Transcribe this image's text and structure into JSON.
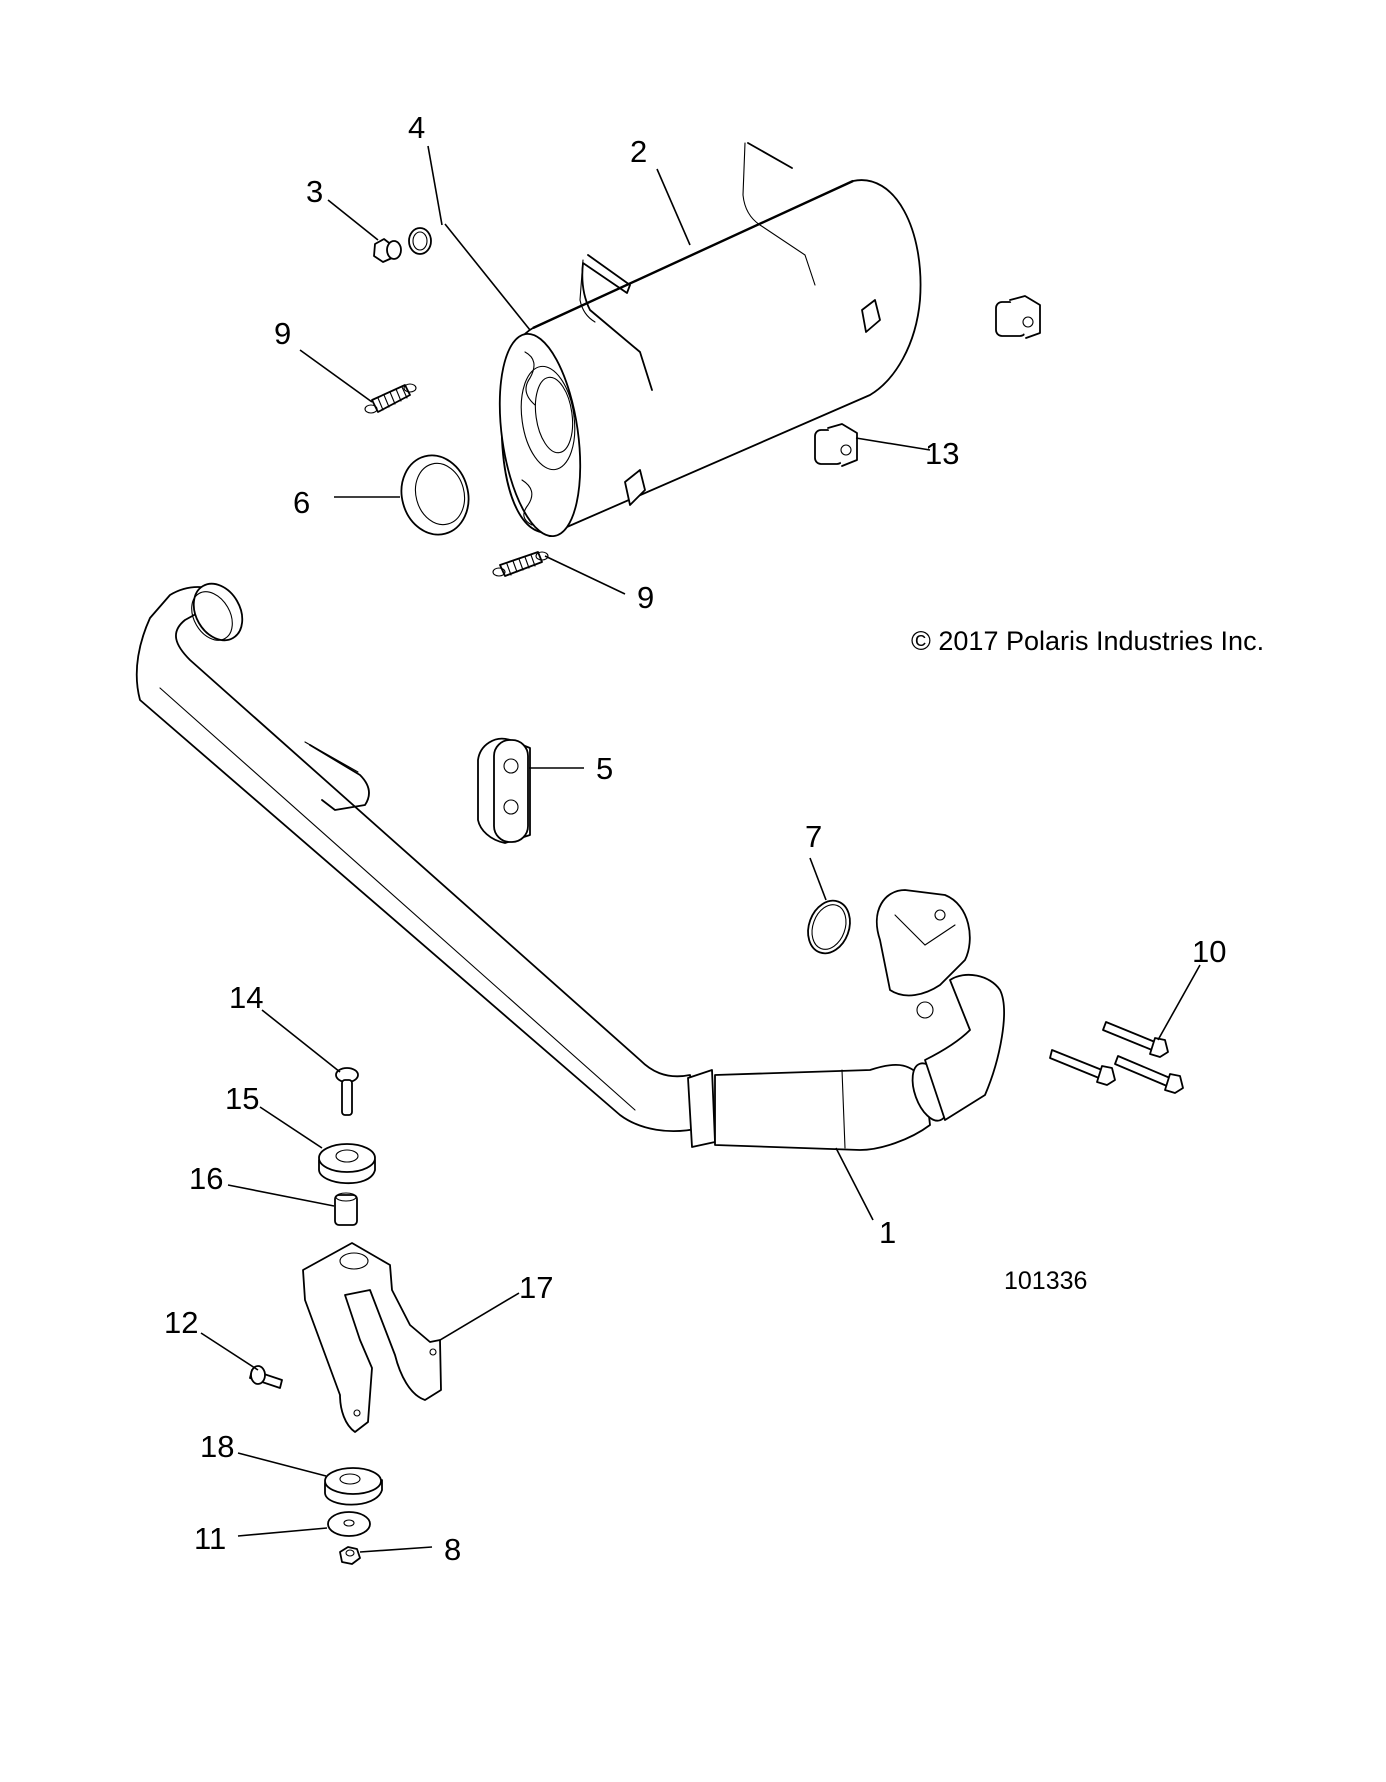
{
  "diagram": {
    "title": "Exhaust system exploded parts diagram",
    "copyright": "© 2017 Polaris Industries Inc.",
    "figure_number": "101336",
    "callouts": [
      {
        "id": "c1",
        "label": "1",
        "part": "exhaust-pipe-head-pipe"
      },
      {
        "id": "c2",
        "label": "2",
        "part": "muffler"
      },
      {
        "id": "c3",
        "label": "3",
        "part": "spark-arrestor-plug"
      },
      {
        "id": "c4",
        "label": "4",
        "part": "plug-washer"
      },
      {
        "id": "c5",
        "label": "5",
        "part": "exhaust-isolator-mount"
      },
      {
        "id": "c6",
        "label": "6",
        "part": "muffler-seal"
      },
      {
        "id": "c7",
        "label": "7",
        "part": "exhaust-gasket-ring"
      },
      {
        "id": "c8",
        "label": "8",
        "part": "hex-nut"
      },
      {
        "id": "c9a",
        "label": "9",
        "part": "spring-upper"
      },
      {
        "id": "c9b",
        "label": "9",
        "part": "spring-lower"
      },
      {
        "id": "c10",
        "label": "10",
        "part": "flange-bolts"
      },
      {
        "id": "c11",
        "label": "11",
        "part": "flat-washer"
      },
      {
        "id": "c12",
        "label": "12",
        "part": "flange-screw"
      },
      {
        "id": "c13",
        "label": "13",
        "part": "grommet-mounts"
      },
      {
        "id": "c14",
        "label": "14",
        "part": "bolt"
      },
      {
        "id": "c15",
        "label": "15",
        "part": "isolator-grommet-upper"
      },
      {
        "id": "c16",
        "label": "16",
        "part": "spacer-sleeve"
      },
      {
        "id": "c17",
        "label": "17",
        "part": "mounting-bracket"
      },
      {
        "id": "c18",
        "label": "18",
        "part": "isolator-grommet-lower"
      }
    ]
  }
}
